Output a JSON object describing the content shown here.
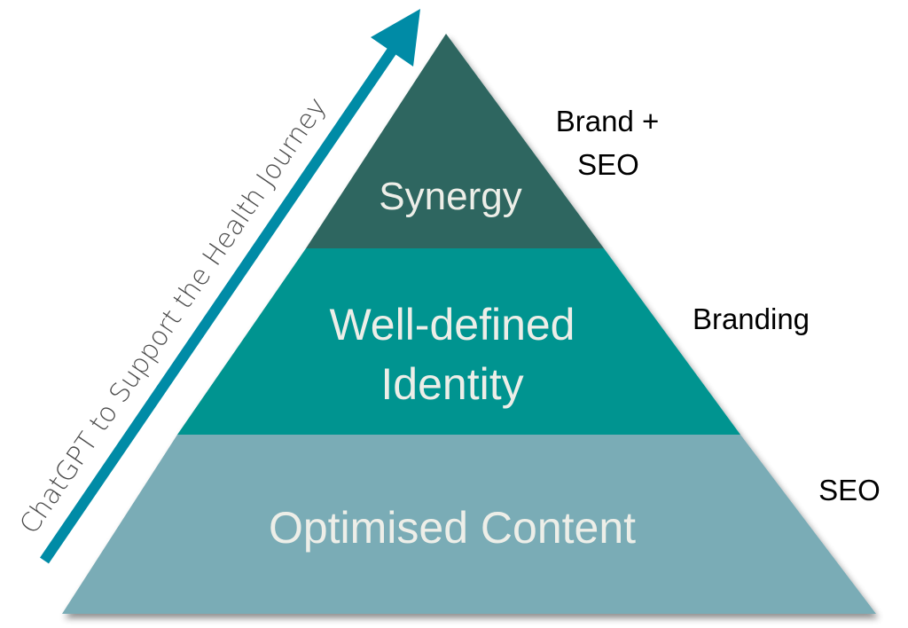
{
  "diagram": {
    "type": "pyramid",
    "arrow": {
      "label": "ChatGPT to Support the Health Journey",
      "color": "#008BA6"
    },
    "levels": [
      {
        "name": "top",
        "label_lines": [
          "Synergy"
        ],
        "side_label_lines": [
          "Brand +",
          "SEO"
        ],
        "color": "#2D6660"
      },
      {
        "name": "middle",
        "label_lines": [
          "Well-defined",
          "Identity"
        ],
        "side_label_lines": [
          "Branding"
        ],
        "color": "#009490"
      },
      {
        "name": "bottom",
        "label_lines": [
          "Optimised Content"
        ],
        "side_label_lines": [
          "SEO"
        ],
        "color": "#7AACB6"
      }
    ],
    "text_color": "#EDEEE8"
  }
}
